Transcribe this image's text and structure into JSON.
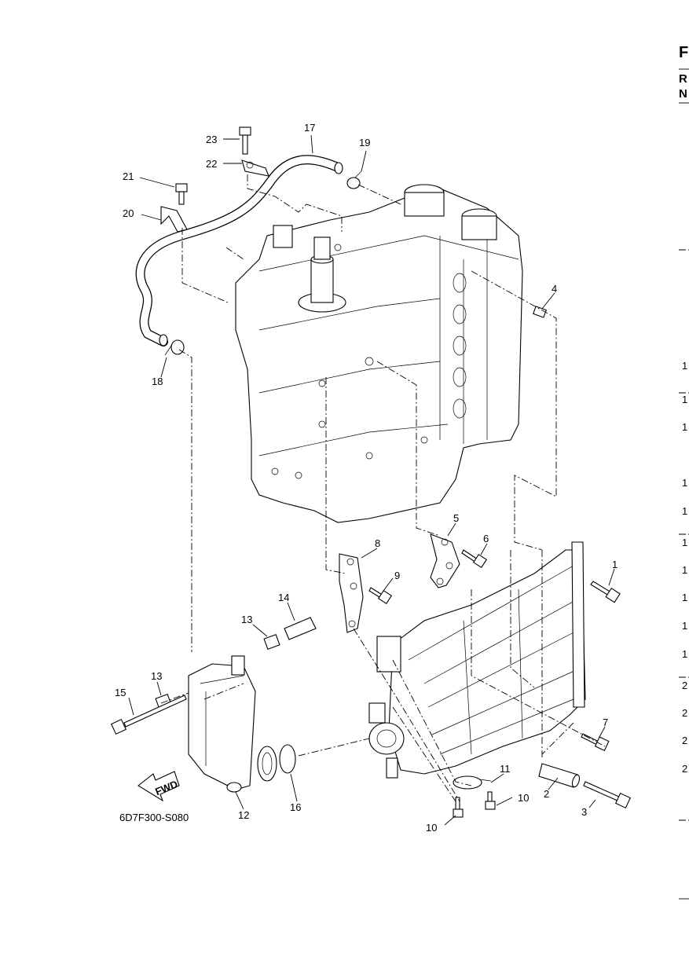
{
  "diagram_code": "6D7F300-S080",
  "fwd_label": "FWD",
  "part_labels": [
    "1",
    "2",
    "3",
    "4",
    "5",
    "6",
    "7",
    "8",
    "9",
    "10",
    "10",
    "11",
    "12",
    "13",
    "13",
    "14",
    "15",
    "16",
    "17",
    "18",
    "19",
    "20",
    "21",
    "22",
    "23"
  ],
  "right_edge": {
    "letters": [
      "F",
      "R",
      "N"
    ],
    "rows": [
      "1",
      "1",
      "1",
      "1",
      "1",
      "1",
      "1",
      "1",
      "1",
      "1",
      "2",
      "2",
      "2",
      "2"
    ]
  }
}
